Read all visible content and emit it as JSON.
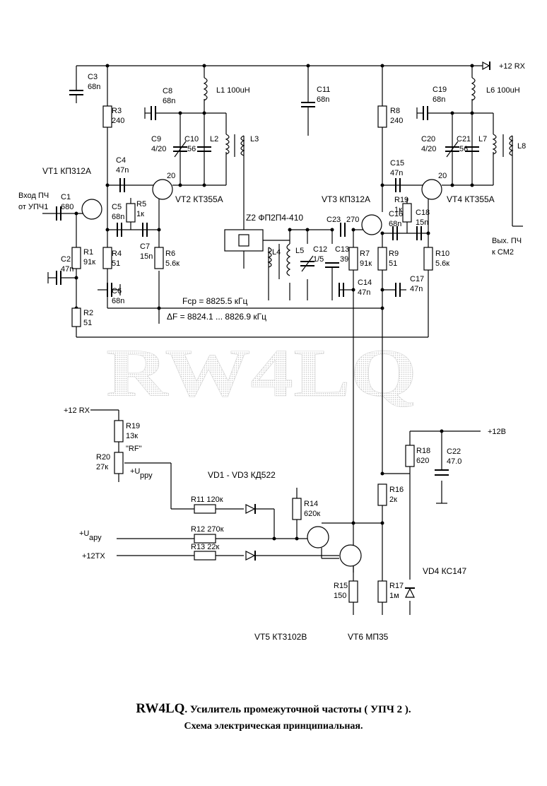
{
  "watermark": "RW4LQ",
  "labels": {
    "vt1": "VT1  КП312А",
    "vt2": "VT2  КТ355А",
    "vt3": "VT3  КП312А",
    "vt4": "VT4  КТ355А",
    "vt5": "VT5  КТ3102В",
    "vt6": "VT6  МП35",
    "input_l1": "Вход ПЧ",
    "input_l2": "от УПЧ1",
    "output_l1": "Вых. ПЧ",
    "output_l2": "к СМ2",
    "plus12rx_top": "+12 RX",
    "plus12rx_left": "+12 RX",
    "plus12v": "+12В",
    "plus12tx": "+12ТХ",
    "uaru": "+U",
    "uaru_sub": "ару",
    "urru": "+U",
    "urru_sub": "рру",
    "rf": "\"RF\"",
    "z2": "Z2   ФП2П4-410",
    "vd13": "VD1 - VD3  КД522",
    "vd4": "VD4  КС147",
    "fcp": "Fср = 8825.5 кГц",
    "df": "ΔF = 8824.1 ... 8826.9 кГц",
    "c1": "C1",
    "c1v": "680",
    "c2": "C2",
    "c2v": "47n",
    "c3": "C3",
    "c3v": "68n",
    "c4": "C4",
    "c4v": "47n",
    "c5": "C5",
    "c5v": "68n",
    "c6": "C6",
    "c6v": "68n",
    "c7": "C7",
    "c7v": "15n",
    "c8": "C8",
    "c8v": "68n",
    "c9": "C9",
    "c9v": "4/20",
    "c10": "C10",
    "c10v": "56",
    "c11": "C11",
    "c11v": "68n",
    "c12": "C12",
    "c12v": "1/5",
    "c13": "C13",
    "c13v": "39",
    "c14": "C14",
    "c14v": "47n",
    "c15": "C15",
    "c15v": "47n",
    "c16": "C16",
    "c16v": "68n",
    "c17": "C17",
    "c17v": "47n",
    "c18": "C18",
    "c18v": "15n",
    "c19": "C19",
    "c19v": "68n",
    "c20": "C20",
    "c20v": "4/20",
    "c21": "C21",
    "c21v": "56",
    "c22": "C22",
    "c22v": "47.0",
    "c23": "C23",
    "c23v": "270",
    "r1": "R1",
    "r1v": "91к",
    "r2": "R2",
    "r2v": "51",
    "r3": "R3",
    "r3v": "240",
    "r4": "R4",
    "r4v": "51",
    "r5": "R5",
    "r5v": "1к",
    "r6": "R6",
    "r6v": "5.6к",
    "r7": "R7",
    "r7v": "91к",
    "r8": "R8",
    "r8v": "240",
    "r9": "R9",
    "r9v": "51",
    "r10": "R10",
    "r10v": "5.6к",
    "r11": "R11 120к",
    "r12": "R12 270к",
    "r13": "R13 22к",
    "r14": "R14",
    "r14v": "620к",
    "r15": "R15",
    "r15v": "150",
    "r16": "R16",
    "r16v": "2к",
    "r17": "R17",
    "r17v": "1м",
    "r18": "R18",
    "r18v": "620",
    "r19": "R19",
    "r19v": "13к",
    "r19b": "R19",
    "r19bv": "1к",
    "r20": "R20",
    "r20v": "27к",
    "l1": "L1  100uH",
    "l2": "L2",
    "l3": "L3",
    "l4": "L4",
    "l5": "L5",
    "l6": "L6  100uH",
    "l7": "L7",
    "l8": "L8",
    "tap1": "20",
    "tap2": "20"
  },
  "caption": {
    "callsign": "RW4LQ",
    "title": ".  Усилитель промежуточной частоты  ( УПЧ 2 ).",
    "subtitle": "Схема электрическая принципиальная."
  }
}
